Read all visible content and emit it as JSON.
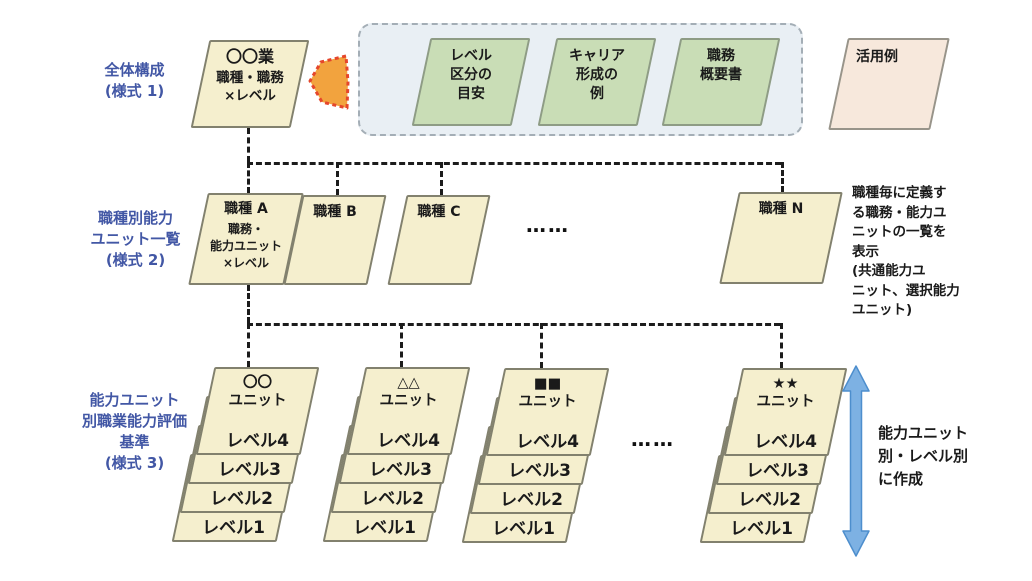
{
  "colors": {
    "label_blue": "#4257a5",
    "card_cream": "#f5efce",
    "card_green": "#c9ddb6",
    "card_pink": "#f7e8dc",
    "group_box_bg": "#e9eff4",
    "arrow_orange": "#f2a33e",
    "arrow_orange_border": "#e5462b",
    "arrow_blue": "#7db1e3",
    "connector": "#1c1c1c"
  },
  "row1": {
    "label_lines": [
      "全体構成",
      "(様式 1)"
    ],
    "main_card": {
      "title": "〇〇業",
      "body_lines": [
        "職種・職務",
        "×レベル"
      ]
    },
    "group_cards": [
      {
        "lines": [
          "レベル",
          "区分の",
          "目安"
        ]
      },
      {
        "lines": [
          "キャリア",
          "形成の",
          "例"
        ]
      },
      {
        "lines": [
          "職務",
          "概要書"
        ]
      }
    ],
    "usage_card_label": "活用例"
  },
  "row2": {
    "label_lines": [
      "職種別能力",
      "ユニット一覧",
      "(様式 2)"
    ],
    "cards": [
      {
        "title": "職種 A",
        "body_lines": [
          "職務・",
          "能力ユニット",
          "×レベル"
        ]
      },
      {
        "title": "職種 B"
      },
      {
        "title": "職種 C"
      },
      {
        "title": "職種 N"
      }
    ],
    "ellipsis": "……",
    "note_lines": [
      "職種毎に定義す",
      "る職務・能力ユ",
      "ニットの一覧を",
      "表示",
      "(共通能力ユ",
      "ニット、選択能力",
      "ユニット)"
    ]
  },
  "row3": {
    "label_lines": [
      "能力ユニット",
      "別職業能力評価",
      "基準",
      "(様式 3)"
    ],
    "stacks": [
      {
        "title_lines": [
          "〇〇",
          "ユニット"
        ],
        "levels": [
          "レベル4",
          "レベル3",
          "レベル2",
          "レベル1"
        ]
      },
      {
        "title_lines": [
          "△△",
          "ユニット"
        ],
        "levels": [
          "レベル4",
          "レベル3",
          "レベル2",
          "レベル1"
        ]
      },
      {
        "title_lines": [
          "■■",
          "ユニット"
        ],
        "levels": [
          "レベル4",
          "レベル3",
          "レベル2",
          "レベル1"
        ]
      },
      {
        "title_lines": [
          "★★",
          "ユニット"
        ],
        "levels": [
          "レベル4",
          "レベル3",
          "レベル2",
          "レベル1"
        ]
      }
    ],
    "ellipsis": "……",
    "note_lines": [
      "能力ユニット",
      "別・レベル別",
      "に作成"
    ]
  }
}
